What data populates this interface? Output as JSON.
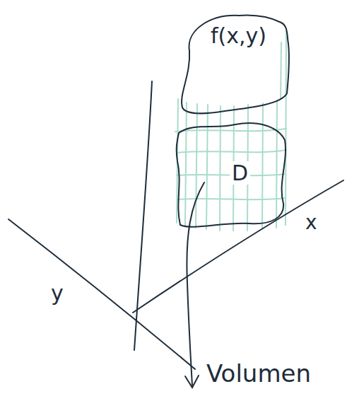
{
  "diagram": {
    "nodes": [
      {
        "text": [
          "f(x,y)"
        ]
      },
      {
        "text": [
          "D"
        ]
      }
    ],
    "labels": [
      "x",
      "y",
      "Volumen"
    ]
  }
}
